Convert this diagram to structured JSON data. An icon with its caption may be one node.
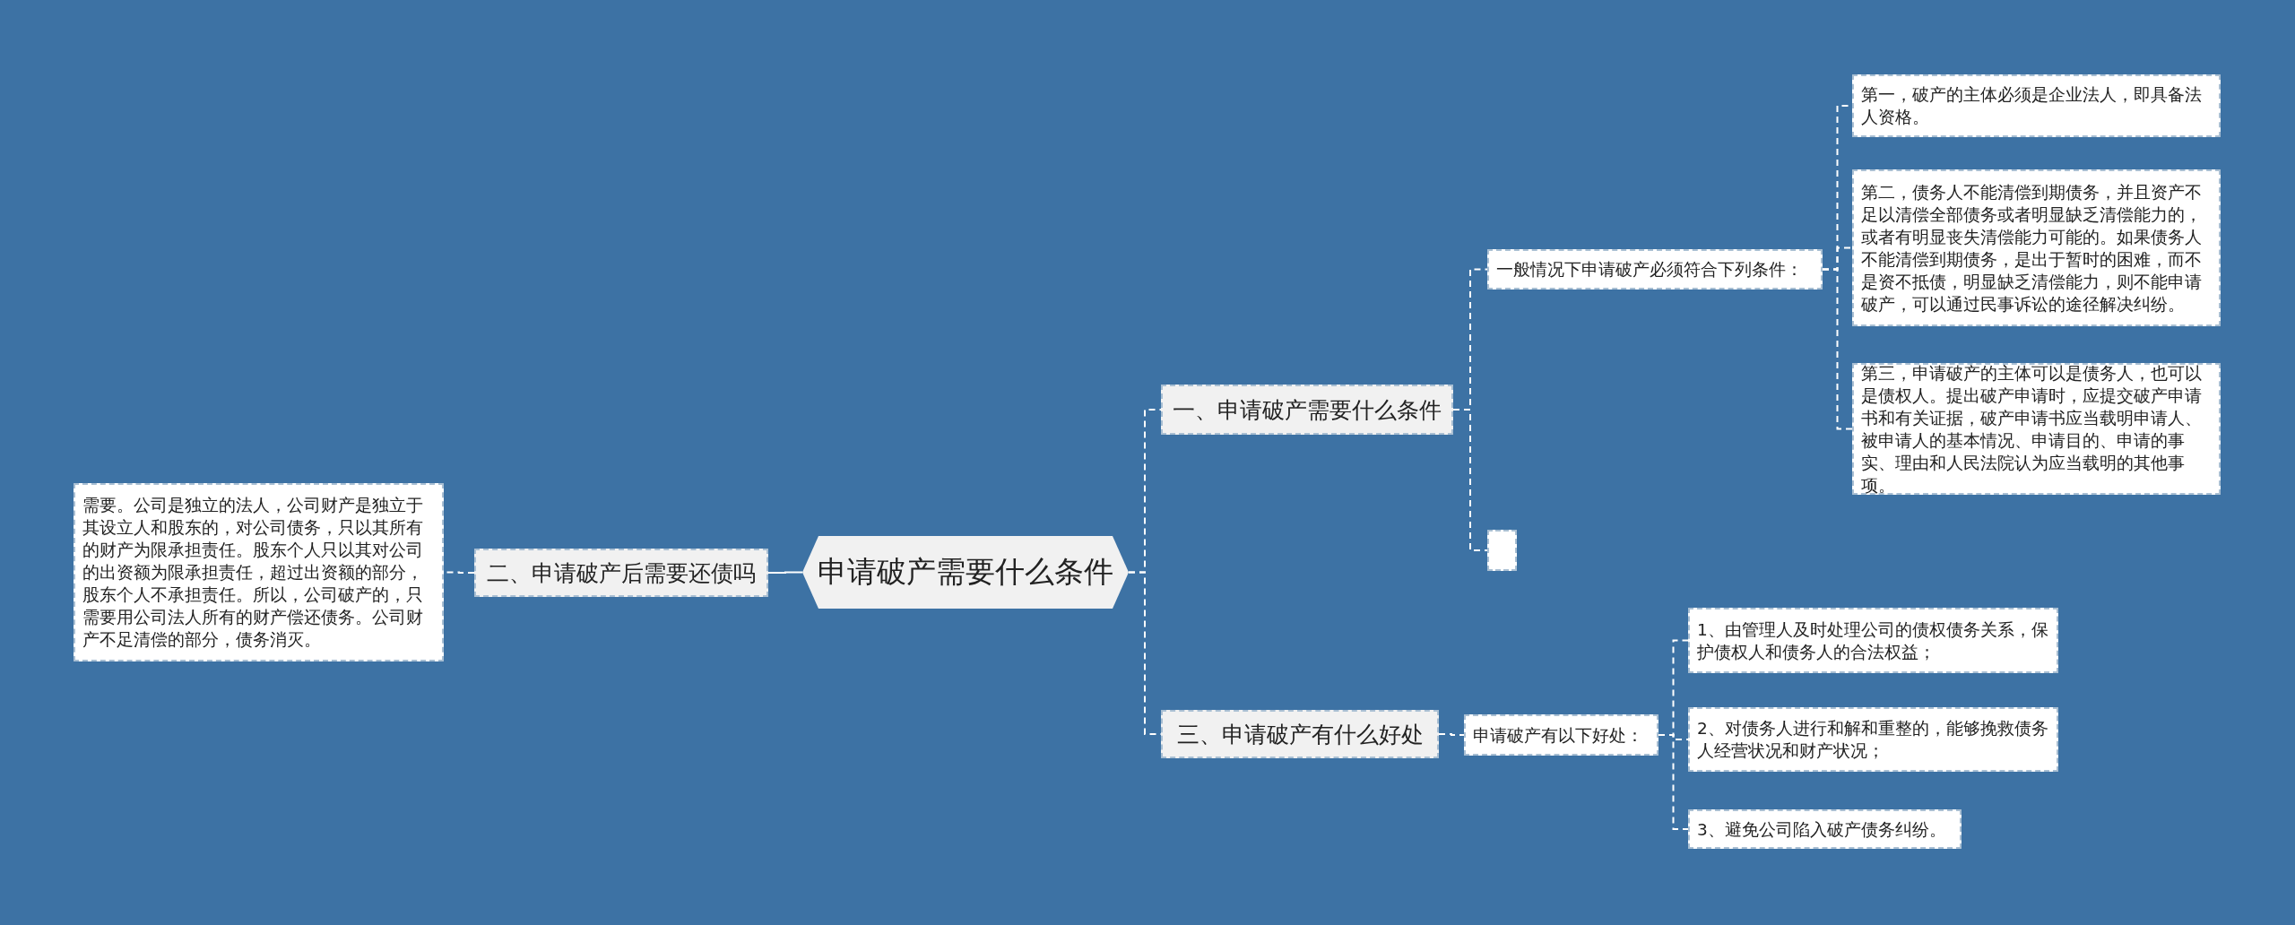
{
  "diagram": {
    "nodes": [
      {
        "text": [
          "申请破产需要什么条件"
        ]
      },
      {
        "text": [
          "一、申请破产需要什么条件"
        ]
      },
      {
        "text": [
          "一般情况下申请破产必须符合下列条件："
        ]
      },
      {
        "text": [
          "第一，破产的主体必须是企业法人，即具备法人资格。"
        ]
      },
      {
        "text": [
          "第二，债务人不能清偿到期债务，并且资产不足以清偿全部债务或者明显缺乏清偿能力的，或者有明显丧失清偿能力可能的。如果债务人不能清偿到期债务，是出于暂时的困难，而不是资不抵债，明显缺乏清偿能力，则不能申请破产，可以通过民事诉讼的途径解决纠纷。"
        ]
      },
      {
        "text": [
          "第三，申请破产的主体可以是债务人，也可以是债权人。提出破产申请时，应提交破产申请书和有关证据，破产申请书应当载明申请人、被申请人的基本情况、申请目的、申请的事实、理由和人民法院认为应当载明的其他事项。"
        ]
      },
      {
        "text": [],
        "shape": "box"
      },
      {
        "text": [
          "二、申请破产后需要还债吗"
        ]
      },
      {
        "text": [
          "需要。公司是独立的法人，公司财产是独立于其设立人和股东的，对公司债务，只以其所有的财产为限承担责任。股东个人只以其对公司的出资额为限承担责任，超过出资额的部分，股东个人不承担责任。所以，公司破产的，只需要用公司法人所有的财产偿还债务。公司财产不足清偿的部分，债务消灭。"
        ]
      },
      {
        "text": [
          "三、申请破产有什么好处"
        ]
      },
      {
        "text": [
          "申请破产有以下好处："
        ]
      },
      {
        "text": [
          "1、由管理人及时处理公司的债权债务关系，保护债权人和债务人的合法权益；"
        ]
      },
      {
        "text": [
          "2、对债务人进行和解和重整的，能够挽救债务人经营状况和财产状况；"
        ]
      },
      {
        "text": [
          "3、避免公司陷入破产债务纠纷。"
        ]
      }
    ],
    "edges": [
      {
        "from": 0,
        "to": 1,
        "arrow": "none",
        "style": "dashed"
      },
      {
        "from": 1,
        "to": 2,
        "arrow": "none",
        "style": "dashed"
      },
      {
        "from": 2,
        "to": 3,
        "arrow": "none",
        "style": "dashed"
      },
      {
        "from": 2,
        "to": 4,
        "arrow": "none",
        "style": "dashed"
      },
      {
        "from": 2,
        "to": 5,
        "arrow": "none",
        "style": "dashed"
      },
      {
        "from": 1,
        "to": 6,
        "arrow": "none",
        "style": "dashed"
      },
      {
        "from": 0,
        "to": 7,
        "arrow": "none"
      },
      {
        "from": 7,
        "to": 8,
        "arrow": "none",
        "style": "dashed"
      },
      {
        "from": 0,
        "to": 9,
        "arrow": "none",
        "style": "dashed"
      },
      {
        "from": 9,
        "to": 10,
        "arrow": "none",
        "style": "dashed"
      },
      {
        "from": 10,
        "to": 11,
        "arrow": "none",
        "style": "dashed"
      },
      {
        "from": 10,
        "to": 12,
        "arrow": "none",
        "style": "dashed"
      },
      {
        "from": 10,
        "to": 13,
        "arrow": "none",
        "style": "dashed"
      }
    ]
  }
}
